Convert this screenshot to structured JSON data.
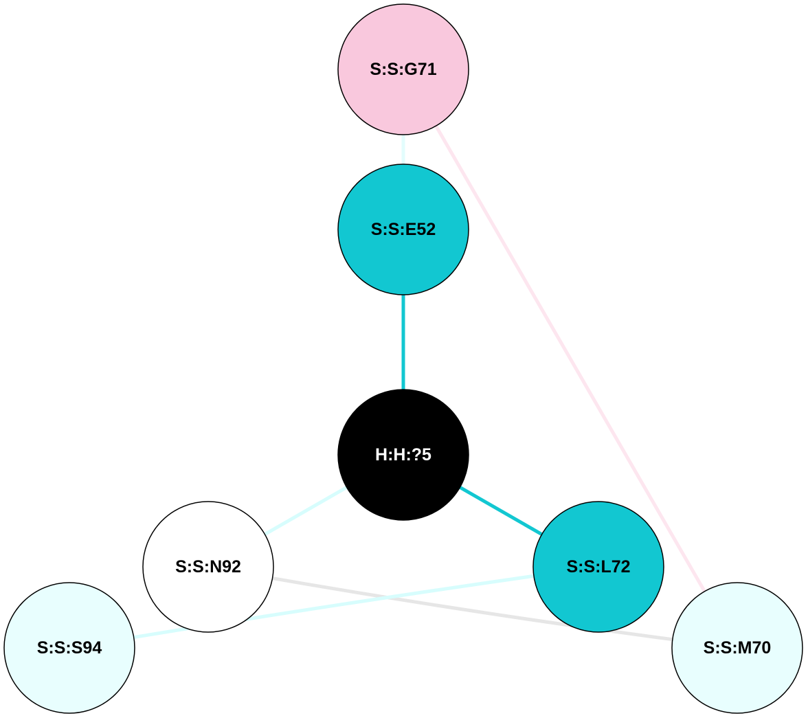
{
  "nodes": [
    {
      "id": "G71",
      "label": "S:S:G71",
      "fill": "#f9c8dd",
      "text_color": "#000000"
    },
    {
      "id": "E52",
      "label": "S:S:E52",
      "fill": "#12c7d1",
      "text_color": "#000000"
    },
    {
      "id": "H5",
      "label": "H:H:?5",
      "fill": "#000000",
      "text_color": "#ffffff"
    },
    {
      "id": "N92",
      "label": "S:S:N92",
      "fill": "#ffffff",
      "text_color": "#000000"
    },
    {
      "id": "L72",
      "label": "S:S:L72",
      "fill": "#12c7d1",
      "text_color": "#000000"
    },
    {
      "id": "S94",
      "label": "S:S:S94",
      "fill": "#e8fefe",
      "text_color": "#000000"
    },
    {
      "id": "M70",
      "label": "S:S:M70",
      "fill": "#e8fefe",
      "text_color": "#000000"
    }
  ],
  "edges": [
    {
      "from": "G71",
      "to": "E52",
      "color": "#e3fdfd"
    },
    {
      "from": "G71",
      "to": "M70",
      "color": "#fde6ef"
    },
    {
      "from": "E52",
      "to": "H5",
      "color": "#12c7d1"
    },
    {
      "from": "H5",
      "to": "N92",
      "color": "#d7fdfd"
    },
    {
      "from": "H5",
      "to": "L72",
      "color": "#12c7d1"
    },
    {
      "from": "N92",
      "to": "M70",
      "color": "#e6e6e6"
    },
    {
      "from": "L72",
      "to": "S94",
      "color": "#d7fdfd"
    }
  ]
}
